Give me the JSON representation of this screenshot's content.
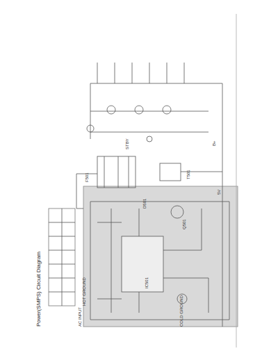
{
  "diagram": {
    "title": "Power(SMPS) Circuit Diagram",
    "labels": [
      "IC501",
      "T501",
      "Q501",
      "D501",
      "F501",
      "AC INPUT",
      "HOT GROUND",
      "COLD GROUND",
      "B+",
      "5V",
      "STBY"
    ]
  }
}
